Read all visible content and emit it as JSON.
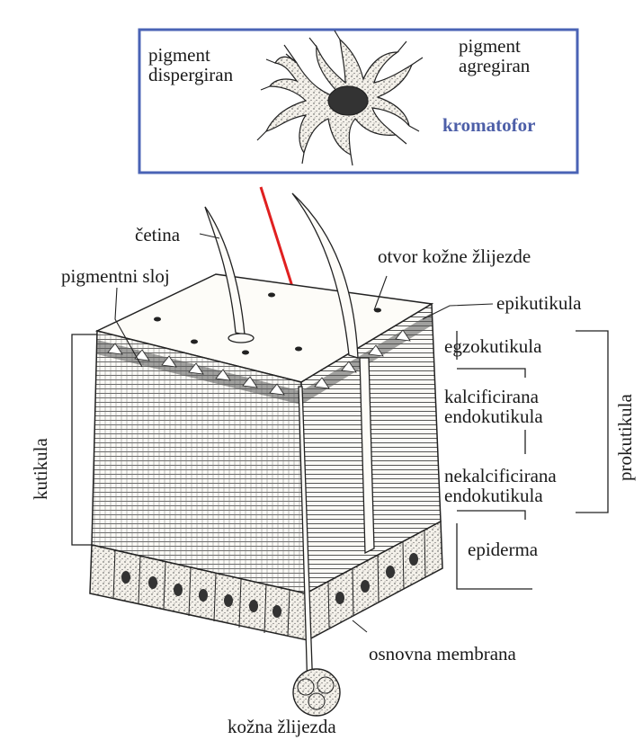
{
  "inset": {
    "pigment_dispersed": "pigment\ndispergiran",
    "pigment_aggregated": "pigment\nagregiran",
    "chromatophore": "kromatofor",
    "chromatophore_color": "#4d5fa8",
    "frame_color": "#4a63b5"
  },
  "labels": {
    "seta": "četina",
    "pigment_layer": "pigmentni sloj",
    "gland_opening": "otvor kožne žlijezde",
    "epicuticle": "epikutikula",
    "exocuticle": "egzokutikula",
    "calcified_endocuticle": "kalcificirana\nendokutikula",
    "noncalcified_endocuticle": "nekalcificirana\nendokutikula",
    "epidermis": "epiderma",
    "basal_membrane": "osnovna membrana",
    "skin_gland": "kožna žlijezda",
    "cuticle": "kutikula",
    "procuticle": "prokutikula"
  },
  "arrow_color": "#e02020"
}
